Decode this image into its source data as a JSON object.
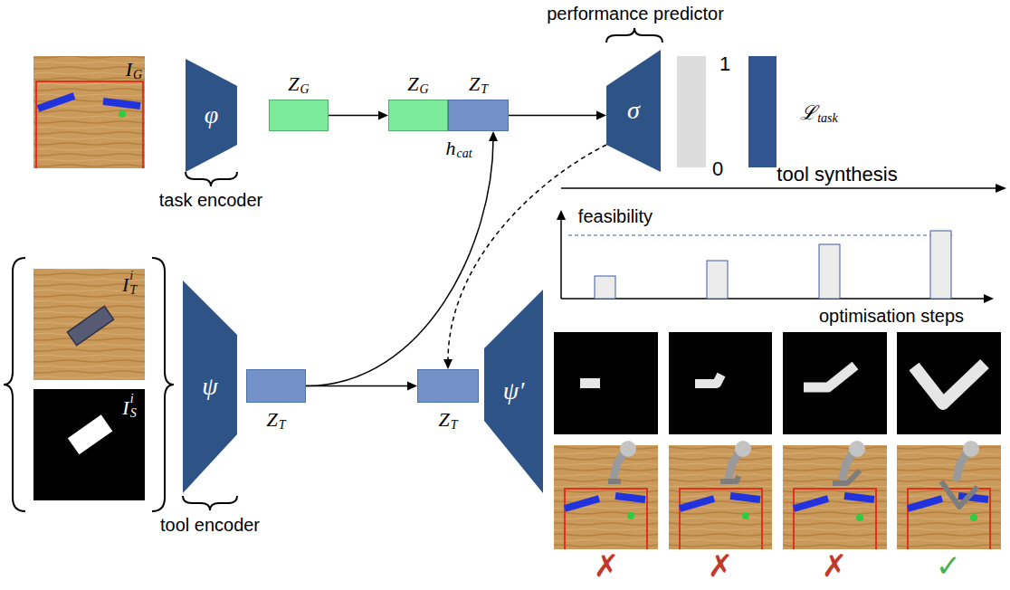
{
  "diagram": {
    "nodes": [
      {
        "text": [
          "φ"
        ]
      },
      {
        "text": [
          "Z",
          "G"
        ]
      },
      {
        "text": [
          "h",
          "cat"
        ]
      },
      {
        "text": [
          "Z",
          "G"
        ],
        "in": 2
      },
      {
        "text": [
          "Z",
          "T"
        ],
        "in": 2
      },
      {
        "text": [
          "σ"
        ]
      },
      {
        "text": [
          "ψ"
        ]
      },
      {
        "text": [
          "Z",
          "T"
        ]
      },
      {
        "text": [
          "Z",
          "T"
        ]
      },
      {
        "text": [
          "ψ′"
        ]
      }
    ],
    "edges": [
      {
        "from": 1,
        "to": 3,
        "arrow": "to"
      },
      {
        "from": 7,
        "to": 4,
        "arrow": "to"
      },
      {
        "from": 7,
        "to": 8,
        "arrow": "to"
      },
      {
        "from": 2,
        "to": 5,
        "arrow": "to"
      },
      {
        "from": 5,
        "to": 8,
        "arrow": "to"
      }
    ],
    "labels": [
      "performance predictor",
      "task encoder",
      "tool encoder",
      "1",
      "0",
      "ℒ",
      "task",
      "tool synthesis",
      "feasibility",
      "optimisation steps",
      "I",
      "G",
      "I",
      "i",
      "T",
      "I",
      "i",
      "S",
      "✗",
      "✗",
      "✗",
      "✓"
    ]
  }
}
